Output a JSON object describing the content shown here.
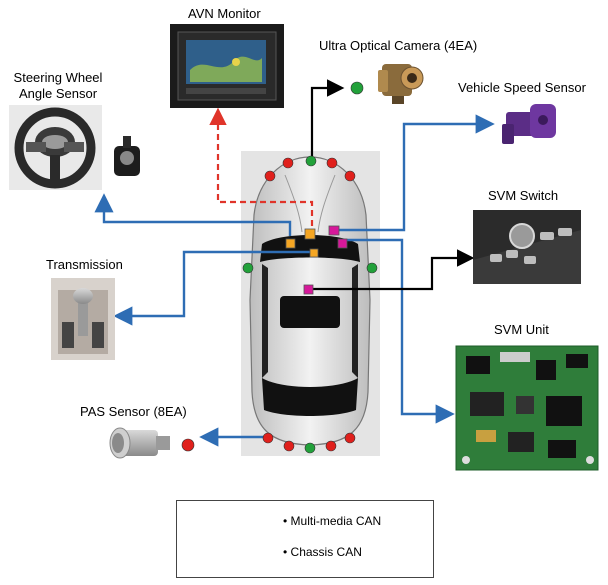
{
  "labels": {
    "avn_monitor": "AVN Monitor",
    "ultra_optical_camera": "Ultra Optical Camera (4EA)",
    "steering_wheel_line1": "Steering Wheel",
    "steering_wheel_line2": "Angle Sensor",
    "vehicle_speed_sensor": "Vehicle Speed Sensor",
    "svm_switch": "SVM Switch",
    "transmission": "Transmission",
    "svm_unit": "SVM Unit",
    "pas_sensor": "PAS Sensor (8EA)"
  },
  "legend": {
    "multimedia": "• Multi-media CAN",
    "chassis": "• Chassis CAN"
  },
  "colors": {
    "chassis_can": "#2e6db4",
    "multimedia_can": "#e0342a",
    "control_line": "#000000",
    "sensor_red": "#e0201c",
    "sensor_green": "#22a13a",
    "module_orange": "#f5a623",
    "module_magenta": "#d6189a"
  }
}
